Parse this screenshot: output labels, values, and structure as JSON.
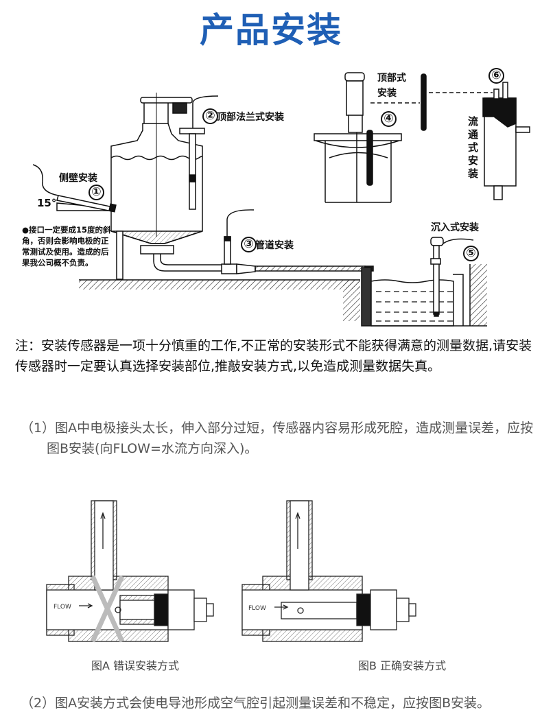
{
  "title": "产品安装",
  "top_diagram": {
    "side_wall": {
      "label": "侧壁安装",
      "number": "①",
      "angle": "15°"
    },
    "top_flange": {
      "label": "顶部法兰式安装",
      "number": "②"
    },
    "pipe": {
      "label": "管道安装",
      "number": "③"
    },
    "top_mount": {
      "label_line1": "顶部式",
      "label_line2": "安装",
      "number": "④"
    },
    "immersion": {
      "label": "沉入式安装",
      "number": "⑤"
    },
    "flow_through": {
      "label": "流通式安装",
      "number": "⑥"
    },
    "warning_note": "●接口一定要成15度的斜角，否则会影响电极的正常测试及使用。造成的后果我公司概不负责。"
  },
  "note": "注：安装传感器是一项十分慎重的工作,不正常的安装形式不能获得满意的测量数据,请安装传感器时一定要认真选择安装部位,推敲安装方式,以免造成测量数据失真。",
  "point1_line1": "（1）图A中电极接头太长，伸入部分过短，传感器内容易形成死腔，造成测量误差，应按",
  "point1_line2": "图B安装(向FLOW=水流方向深入)。",
  "figure_a": {
    "flow_label": "FLOW",
    "caption": "图A 错误安装方式"
  },
  "figure_b": {
    "flow_label": "FLOW",
    "caption": "图B 正确安装方式"
  },
  "point2": "（2）图A安装方式会使电导池形成空气腔引起测量误差和不稳定，应按图B安装。",
  "colors": {
    "title": "#1f5fb5",
    "body": "#111111",
    "secondary": "#555555"
  }
}
